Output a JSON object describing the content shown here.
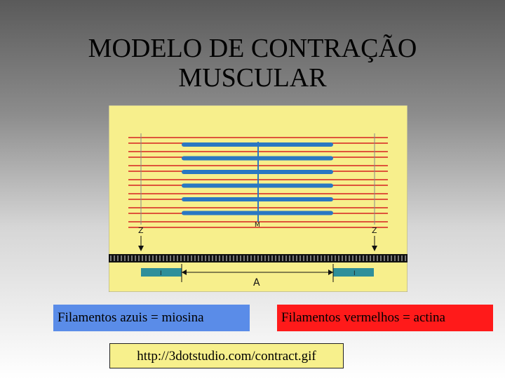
{
  "title_line1": "MODELO DE CONTRAÇÃO",
  "title_line2": "MUSCULAR",
  "diagram": {
    "z_left": "Z",
    "z_right": "Z",
    "m_label": "M",
    "i_left": "I",
    "i_right": "I",
    "a_label": "A",
    "colors": {
      "background": "#f7ef8c",
      "myosin": "#2a77c2",
      "actin": "#d62020"
    }
  },
  "labels": {
    "myosin": "Filamentos azuis = miosina",
    "actin": "Filamentos vermelhos = actina",
    "source": "http://3dotstudio.com/contract.gif"
  }
}
